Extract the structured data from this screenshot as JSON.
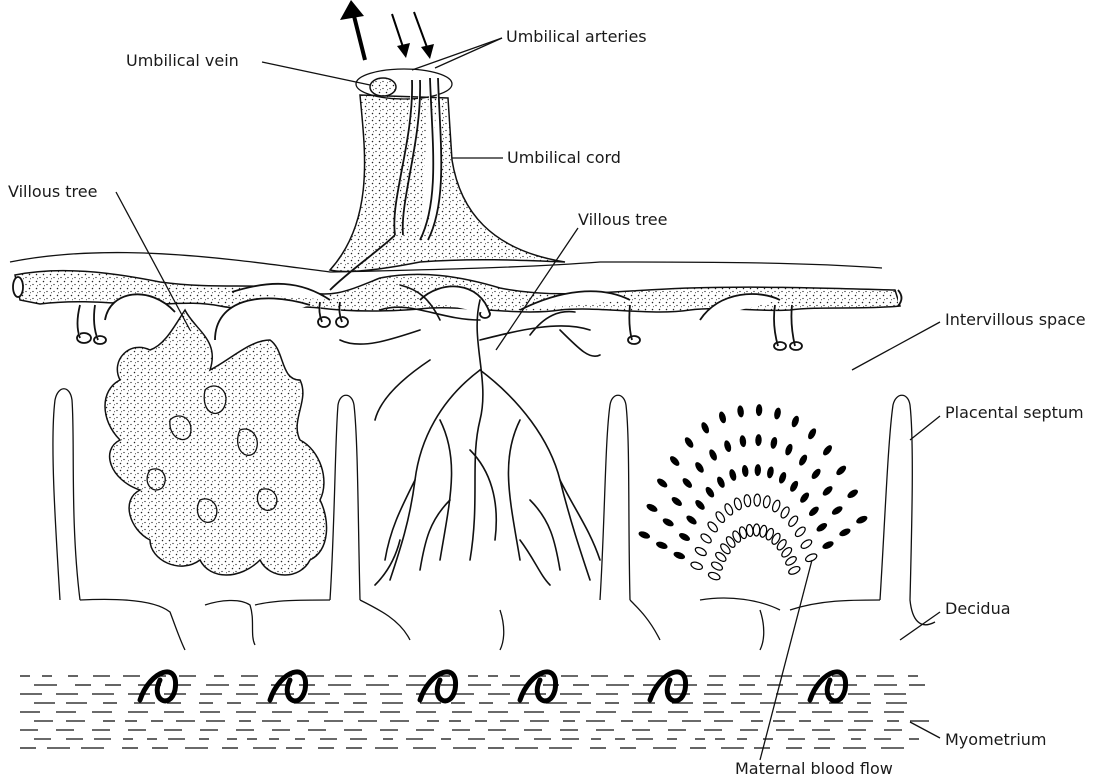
{
  "labels": {
    "umbilical_vein": "Umbilical vein",
    "umbilical_arteries": "Umbilical arteries",
    "umbilical_cord": "Umbilical cord",
    "villous_tree_left": "Villous tree",
    "villous_tree_right": "Villous tree",
    "intervillous_space": "Intervillous space",
    "placental_septum": "Placental septum",
    "decidua": "Decidua",
    "myometrium": "Myometrium",
    "maternal_blood_flow": "Maternal blood flow"
  }
}
